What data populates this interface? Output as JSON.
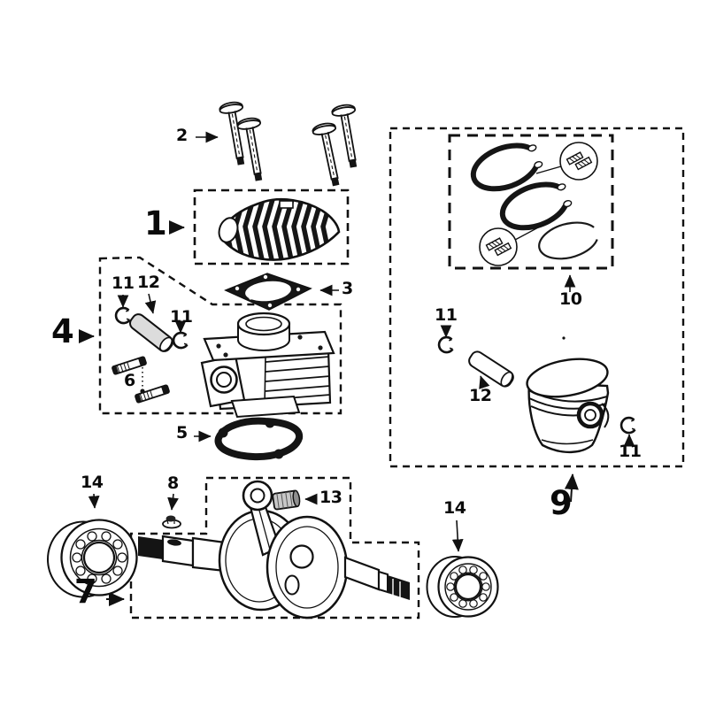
{
  "diagram": {
    "background_color": "#ffffff",
    "line_color": "#111111",
    "callouts": [
      {
        "text": "2"
      },
      {
        "text": "1"
      },
      {
        "text": "3"
      },
      {
        "text": "4"
      },
      {
        "text": "11"
      },
      {
        "text": "12"
      },
      {
        "text": "11"
      },
      {
        "text": "6"
      },
      {
        "text": "5"
      },
      {
        "text": "10"
      },
      {
        "text": "11"
      },
      {
        "text": "12"
      },
      {
        "text": "11"
      },
      {
        "text": "9"
      },
      {
        "text": "14"
      },
      {
        "text": "8"
      },
      {
        "text": "13"
      },
      {
        "text": "7"
      },
      {
        "text": "14"
      }
    ]
  }
}
